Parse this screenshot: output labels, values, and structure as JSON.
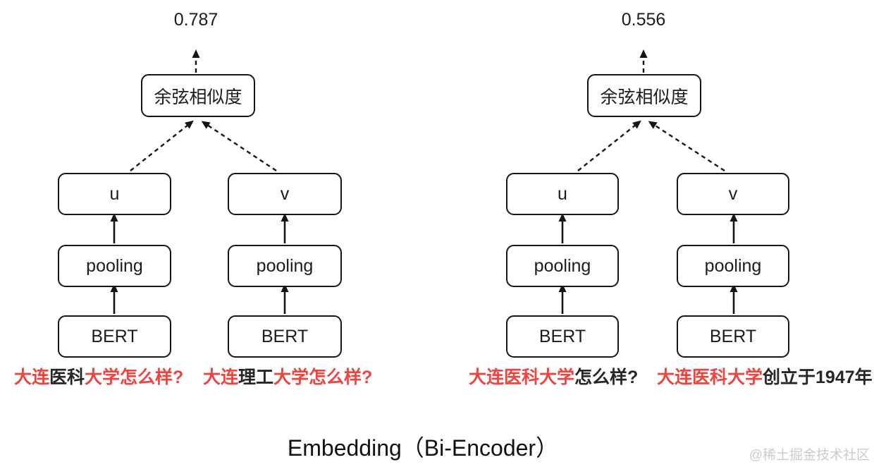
{
  "caption": "Embedding（Bi-Encoder）",
  "watermark": "@稀土掘金技术社区",
  "colors": {
    "line": "#151515",
    "highlight_red": "#ee4440",
    "text_dark": "#262626",
    "watermark_gray": "#cbcbcb"
  },
  "left_diagram": {
    "score": "0.787",
    "cosine_label": "余弦相似度",
    "u_label": "u",
    "v_label": "v",
    "pooling_left_label": "pooling",
    "pooling_right_label": "pooling",
    "bert_left_label": "BERT",
    "bert_right_label": "BERT",
    "query_left": {
      "seg0": {
        "text": "大连",
        "color": "#ee4440"
      },
      "seg1": {
        "text": "医科",
        "color": "#262626"
      },
      "seg2": {
        "text": "大学怎么样?",
        "color": "#ee4440"
      }
    },
    "query_right": {
      "seg0": {
        "text": "大连",
        "color": "#ee4440"
      },
      "seg1": {
        "text": "理工",
        "color": "#262626"
      },
      "seg2": {
        "text": "大学怎么样?",
        "color": "#ee4440"
      }
    }
  },
  "right_diagram": {
    "score": "0.556",
    "cosine_label": "余弦相似度",
    "u_label": "u",
    "v_label": "v",
    "pooling_left_label": "pooling",
    "pooling_right_label": "pooling",
    "bert_left_label": "BERT",
    "bert_right_label": "BERT",
    "query_left": {
      "seg0": {
        "text": "大连医科大学",
        "color": "#ee4440"
      },
      "seg1": {
        "text": "怎么样?",
        "color": "#262626"
      }
    },
    "query_right": {
      "seg0": {
        "text": "大连医科大学",
        "color": "#ee4440"
      },
      "seg1": {
        "text": "创立于1947年",
        "color": "#262626"
      }
    }
  }
}
